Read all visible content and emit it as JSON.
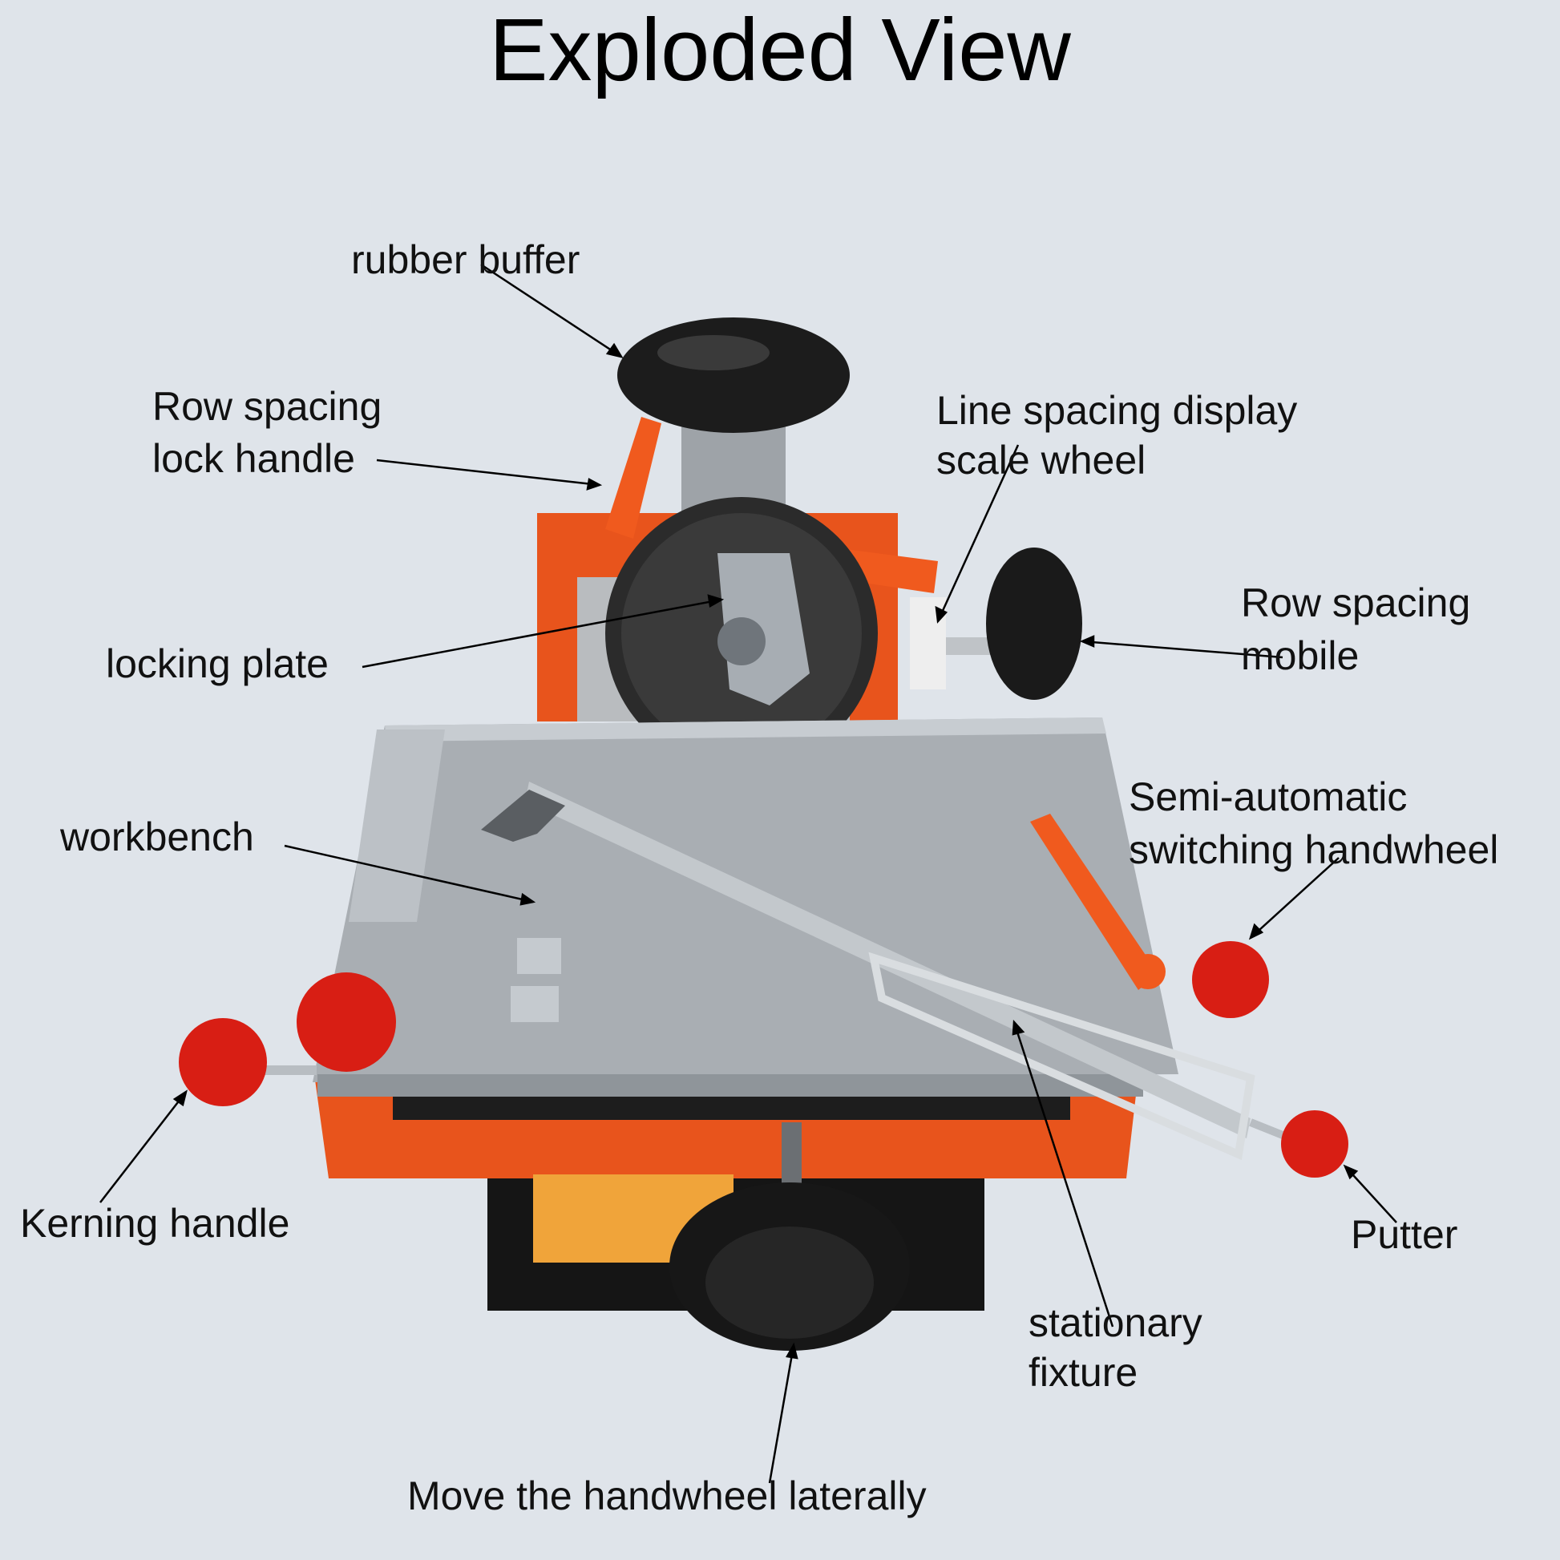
{
  "title": "Exploded View",
  "labels": {
    "rubber_buffer": "rubber buffer",
    "row_spacing_lock_handle_1": "Row spacing",
    "row_spacing_lock_handle_2": "lock handle",
    "line_spacing_display_1": "Line spacing display",
    "line_spacing_display_2": "scale wheel",
    "locking_plate": "locking plate",
    "row_spacing_mobile_1": "Row spacing",
    "row_spacing_mobile_2": "mobile",
    "semi_auto_1": "Semi-automatic",
    "semi_auto_2": "switching handwheel",
    "workbench": "workbench",
    "kerning_handle": "Kerning handle",
    "putter": "Putter",
    "stationary_fixture_1": "stationary",
    "stationary_fixture_2": "fixture",
    "move_handwheel": "Move the handwheel laterally"
  },
  "colors": {
    "background": "#dfe4ea",
    "machine_orange": "#e8541c",
    "knob_red": "#d81e14",
    "steel": "#a9aeb3",
    "black": "#1a1a1a"
  }
}
